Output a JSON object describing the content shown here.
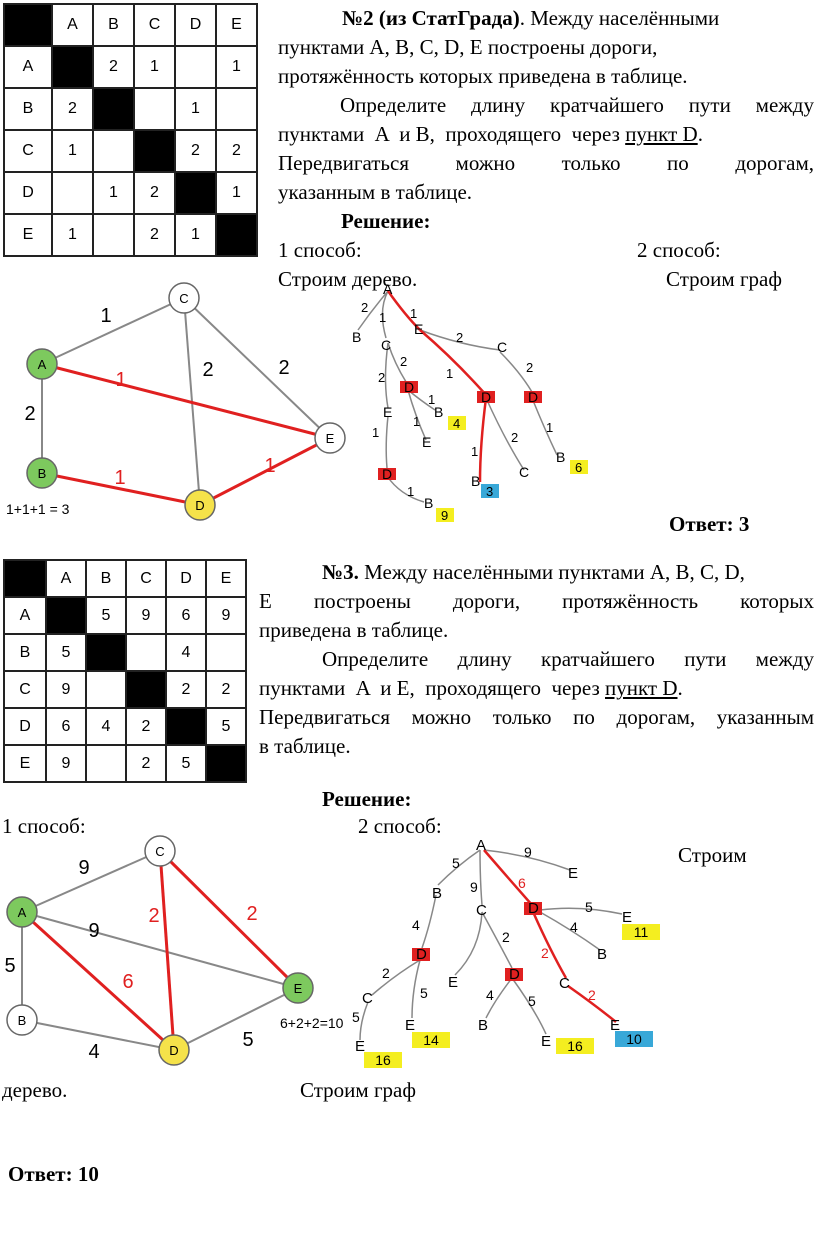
{
  "colors": {
    "highlight_red": "#e02020",
    "node_green": "#7dc95e",
    "node_yellow": "#f5e24a",
    "box_red": "#e02020",
    "box_yellow": "#f4ee20",
    "box_blue": "#38a8d8",
    "edge_gray": "#888888"
  },
  "p2": {
    "table": {
      "headers": [
        "A",
        "B",
        "C",
        "D",
        "E"
      ],
      "rows": [
        {
          "label": "A",
          "cells": [
            "",
            "2",
            "1",
            "",
            "1"
          ]
        },
        {
          "label": "B",
          "cells": [
            "2",
            "",
            "",
            "1",
            ""
          ]
        },
        {
          "label": "C",
          "cells": [
            "1",
            "",
            "",
            "2",
            "2"
          ]
        },
        {
          "label": "D",
          "cells": [
            "",
            "1",
            "2",
            "",
            "1"
          ]
        },
        {
          "label": "E",
          "cells": [
            "1",
            "",
            "2",
            "1",
            ""
          ]
        }
      ]
    },
    "title_bold": "№2 (из СтатГрада)",
    "title_rest": ". Между населёнными",
    "line2": "пунктами A, B, C, D, E построены дороги,",
    "line3": "протяжённость которых приведена в таблице.",
    "q_line1": "Определите длину кратчайшего пути между",
    "q_line2a": "пунктами  A  и B,  проходящего  через",
    "q_line2u": "пункт D",
    "q_line3": "Передвигаться можно только по дорогам,",
    "q_line4": "указанным в таблице.",
    "solution": "Решение:",
    "way1": "1 способ:",
    "way2": "2 способ:",
    "build_tree": "Строим дерево.",
    "build_graph": "Строим граф",
    "sum_label": "1+1+1 = 3",
    "answer": "Ответ: 3",
    "graph": {
      "nodes": [
        "A",
        "B",
        "C",
        "D",
        "E"
      ],
      "edge_labels": {
        "AC": "1",
        "AB": "2",
        "AE": "1",
        "CD": "2",
        "CE": "2",
        "BD": "1",
        "DE": "1"
      }
    },
    "tree": {
      "labels": {
        "root": "A",
        "b1": "B",
        "c1": "C",
        "e1": "E",
        "c2": "C",
        "d1": "D",
        "b2": "B",
        "e2": "E",
        "d2": "D",
        "c3": "C",
        "d3": "D",
        "b3": "B",
        "e3": "E",
        "d4": "D",
        "b4": "B",
        "b5": "B"
      },
      "weights": {
        "w_ab": "2",
        "w_ac": "1",
        "w_ae": "1",
        "w_cd": "2",
        "w_ce": "2",
        "w_db": "1",
        "w_de": "1",
        "w_ec": "2",
        "w_ed": "1",
        "w_c3d": "2",
        "w_db3": "1",
        "w_dc": "2",
        "w_ed4": "1",
        "w_d4b": "1",
        "w_d3b": "1"
      },
      "totals": {
        "t4": "4",
        "t3": "3",
        "t6": "6",
        "t9": "9"
      }
    }
  },
  "p3": {
    "table": {
      "headers": [
        "A",
        "B",
        "C",
        "D",
        "E"
      ],
      "rows": [
        {
          "label": "A",
          "cells": [
            "",
            "5",
            "9",
            "6",
            "9"
          ]
        },
        {
          "label": "B",
          "cells": [
            "5",
            "",
            "",
            "4",
            ""
          ]
        },
        {
          "label": "C",
          "cells": [
            "9",
            "",
            "",
            "2",
            "2"
          ]
        },
        {
          "label": "D",
          "cells": [
            "6",
            "4",
            "2",
            "",
            "5"
          ]
        },
        {
          "label": "E",
          "cells": [
            "9",
            "",
            "2",
            "5",
            ""
          ]
        }
      ]
    },
    "title_bold": "№3.",
    "title_rest": " Между населёнными пунктами A, B, C, D,",
    "line2": "E построены дороги, протяжённость которых",
    "line3": "приведена в таблице.",
    "q_line1": "Определите длину кратчайшего пути между",
    "q_line2a": "пунктами  A  и E,  проходящего  через",
    "q_line2u": "пункт D",
    "q_line3": "Передвигаться можно только по дорогам, указанным",
    "q_line4": "в таблице.",
    "solution": "Решение:",
    "way1": "1 способ:",
    "way2": "2 способ:",
    "build_word": "Строим",
    "tree_word": "дерево.",
    "build_graph": "Строим граф",
    "sum_label": "6+2+2=10",
    "answer": "Ответ: 10",
    "graph": {
      "nodes": [
        "A",
        "B",
        "C",
        "D",
        "E"
      ],
      "edge_labels": {
        "AC": "9",
        "AE": "9",
        "AB": "5",
        "AD": "6",
        "CD": "2",
        "CE": "2",
        "BD": "4",
        "DE": "5"
      }
    },
    "tree": {
      "labels": {
        "root": "A",
        "b1": "B",
        "c1": "C",
        "d1": "D",
        "e1": "E",
        "d2": "D",
        "e2": "E",
        "d3": "D",
        "e3": "E",
        "b2": "B",
        "c2": "C",
        "c3": "C",
        "e4": "E",
        "e5": "E",
        "b3": "B",
        "e6": "E",
        "e7": "E"
      },
      "weights": {
        "w_ab": "5",
        "w_ac": "9",
        "w_ad": "6",
        "w_ae": "9",
        "w_bd": "4",
        "w_de": "5",
        "w_db": "4",
        "w_dc": "2",
        "w_cd": "2",
        "w_ce": "2",
        "w_d2c": "2",
        "w_d2e": "5",
        "w_cd3": "2",
        "w_d3b": "4",
        "w_d3e": "5",
        "w_ce5": "5"
      },
      "totals": {
        "t11": "11",
        "t14": "14",
        "t16a": "16",
        "t16b": "16",
        "t10": "10"
      }
    }
  }
}
